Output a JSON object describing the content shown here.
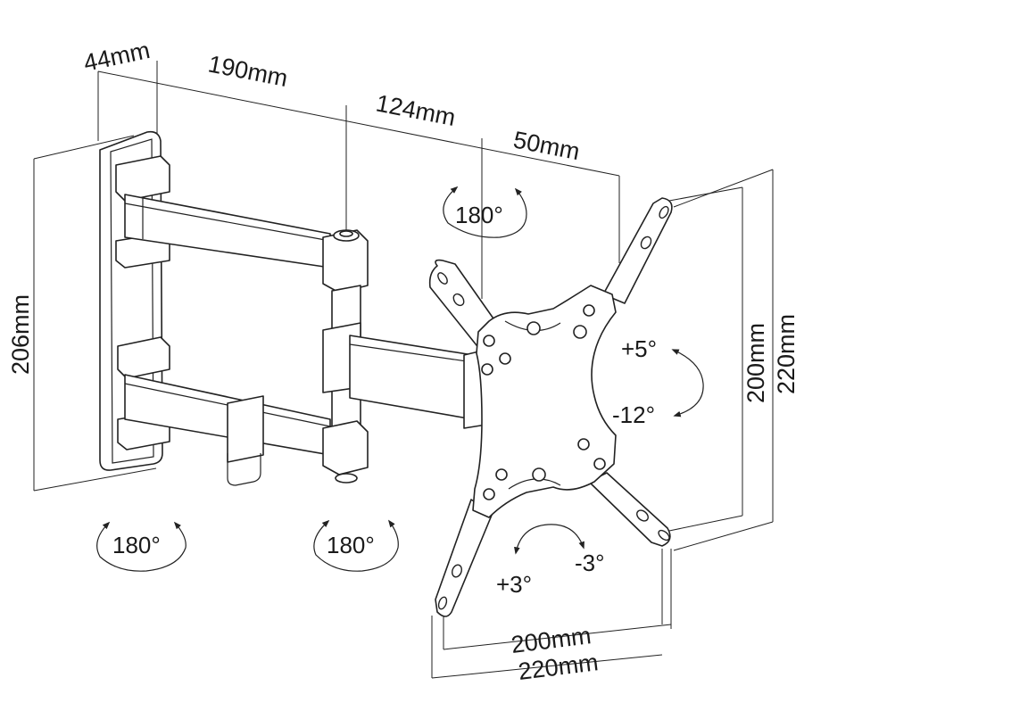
{
  "colors": {
    "line": "#222222",
    "text": "#1a1a1a",
    "background": "#ffffff"
  },
  "dimensions": {
    "wall_plate_depth": "44mm",
    "arm_1": "190mm",
    "arm_2": "124mm",
    "arm_3": "50mm",
    "height": "206mm",
    "vesa_vertical_inner": "200mm",
    "vesa_vertical_outer": "220mm",
    "vesa_horizontal_inner": "200mm",
    "vesa_horizontal_outer": "220mm"
  },
  "rotations": {
    "pivot_top": "180°",
    "pivot_wall": "180°",
    "pivot_elbow": "180°",
    "tilt_up": "+5°",
    "tilt_down": "-12°",
    "level_plus": "+3°",
    "level_minus": "-3°"
  }
}
